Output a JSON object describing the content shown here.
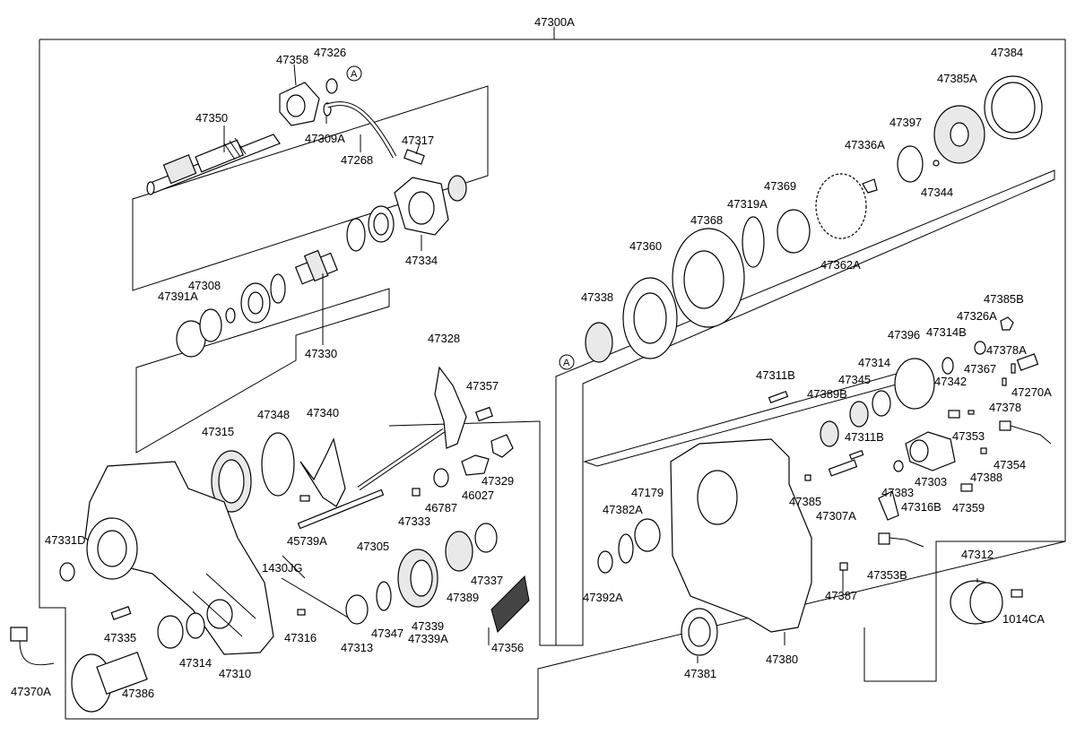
{
  "assembly_label": "47300A",
  "reference_marker": "A",
  "parts": [
    "47300A",
    "47326",
    "47358",
    "47350",
    "47309A",
    "47317",
    "47268",
    "47334",
    "47308",
    "47391A",
    "47330",
    "47328",
    "47357",
    "47329",
    "46027",
    "46787",
    "47333",
    "47305",
    "45739A",
    "1430JG",
    "47340",
    "47348",
    "47315",
    "47331D",
    "47335",
    "47370A",
    "47386",
    "47314",
    "47310",
    "47316",
    "47313",
    "47347",
    "47339",
    "47339A",
    "47389",
    "47337",
    "47356",
    "47384",
    "47385A",
    "47397",
    "47336A",
    "47344",
    "47369",
    "47319A",
    "47368",
    "47362A",
    "47360",
    "47338",
    "47385B",
    "47326A",
    "47314B",
    "47378A",
    "47396",
    "47367",
    "47270A",
    "47314",
    "47342",
    "47378",
    "47345",
    "47389B",
    "47311B",
    "47311B",
    "47353",
    "47354",
    "47303",
    "47388",
    "47179",
    "47382A",
    "47383",
    "47385",
    "47316B",
    "47307A",
    "47359",
    "47392A",
    "47353B",
    "47387",
    "47312",
    "1014CA",
    "47381",
    "47380"
  ]
}
